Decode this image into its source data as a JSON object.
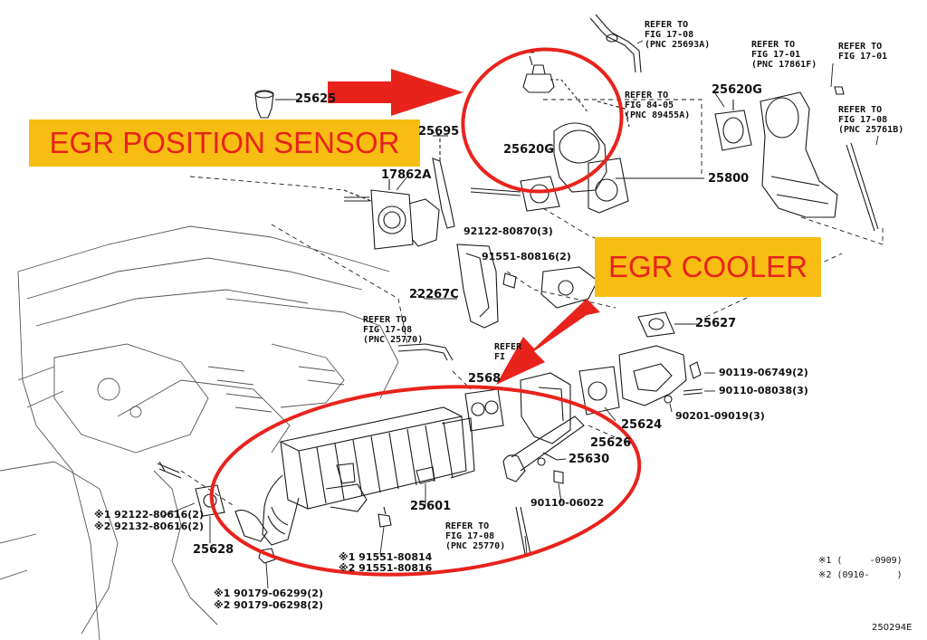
{
  "callouts": {
    "egr_position_sensor": "EGR POSITION SENSOR",
    "egr_cooler": "EGR COOLER"
  },
  "part_numbers": {
    "p25625": "25625",
    "p25695": "25695",
    "p17862A": "17862A",
    "p25620G_a": "25620G",
    "p25620G_b": "25620G",
    "p25800": "25800",
    "p92122_80870": "92122-80870(3)",
    "p91551_80816": "91551-80816(2)",
    "p22267C": "22267C",
    "p25627": "25627",
    "p90119_06749": "90119-06749(2)",
    "p90110_08038": "90110-08038(3)",
    "p90201_09019": "90201-09019(3)",
    "p25680": "2568",
    "p25624": "25624",
    "p25626": "25626",
    "p25630": "25630",
    "p90110_06022": "90110-06022",
    "p25601": "25601",
    "p25628": "25628",
    "p92122_80616": "※1 92122-80616(2)",
    "p92132_80616": "※2 92132-80616(2)",
    "p91551_80814": "※1 91551-80814",
    "p91551_80816b": "※2 91551-80816",
    "p90179_06299": "※1 90179-06299(2)",
    "p90179_06298": "※2 90179-06298(2)"
  },
  "refer_notes": {
    "r1": "REFER TO\nFIG 17-08\n(PNC 25693A)",
    "r2": "REFER TO\nFIG 17-01\n(PNC 17861F)",
    "r3": "REFER TO\nFIG 17-01",
    "r4": "REFER TO\nFIG 84-05\n(PNC 89455A)",
    "r5": "REFER TO\nFIG 17-08\n(PNC 25761B)",
    "r6": "REFER TO\nFIG 17-08\n(PNC 25770)",
    "r7": "REFER TO\nFIG 17-08\n(PNC 25770)",
    "r8": "REFER\nFI"
  },
  "footnotes": {
    "note1": "※1 (     -0909)",
    "note2": "※2 (0910-     )"
  },
  "figure_id": "250294E",
  "colors": {
    "highlight_red": "#e8231c",
    "banner_yellow": "#f7bd12",
    "line_art": "#1a1a1a"
  }
}
